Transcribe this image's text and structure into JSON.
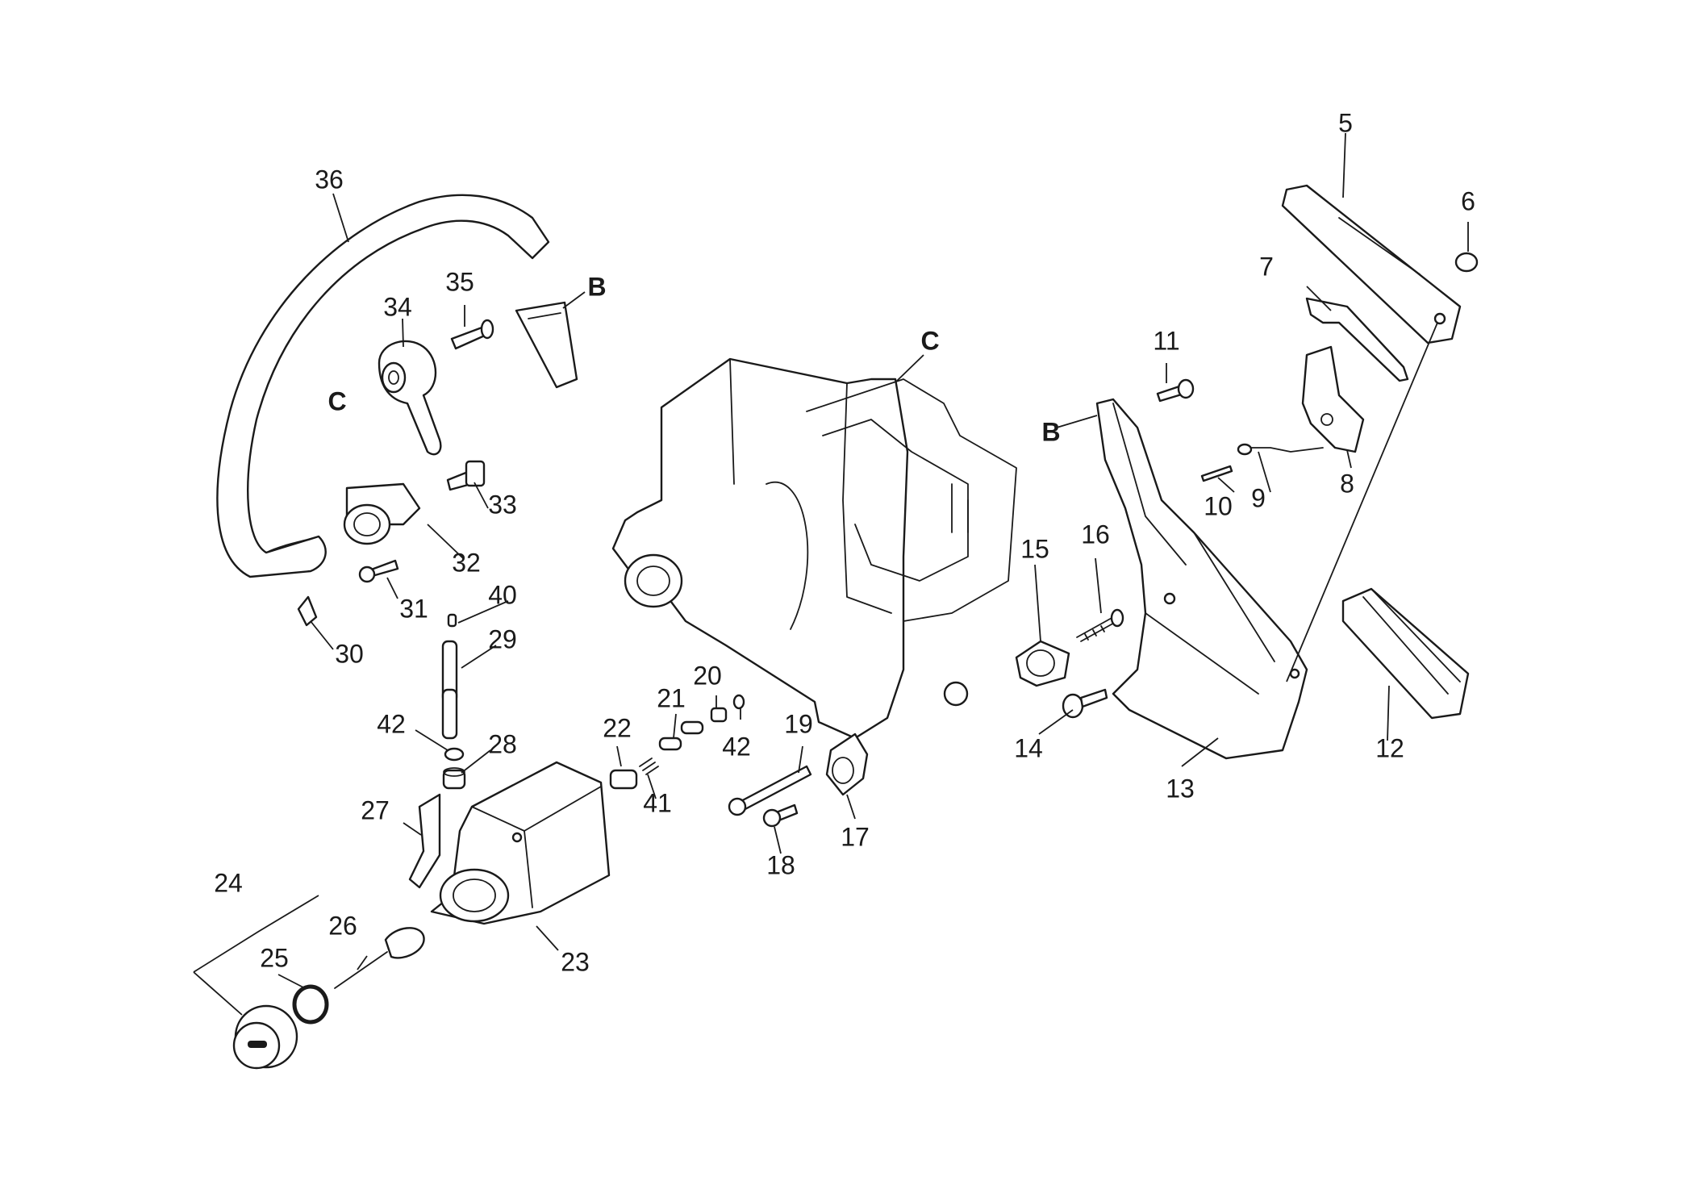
{
  "callouts": {
    "n5": "5",
    "n6": "6",
    "n7": "7",
    "n8": "8",
    "n9": "9",
    "n10": "10",
    "n11": "11",
    "n12": "12",
    "n13": "13",
    "n14": "14",
    "n15": "15",
    "n16": "16",
    "n17": "17",
    "n18": "18",
    "n19": "19",
    "n20": "20",
    "n21": "21",
    "n22": "22",
    "n23": "23",
    "n24": "24",
    "n25": "25",
    "n26": "26",
    "n27": "27",
    "n28": "28",
    "n29": "29",
    "n30": "30",
    "n31": "31",
    "n32": "32",
    "n33": "33",
    "n34": "34",
    "n35": "35",
    "n36": "36",
    "n40": "40",
    "n41": "41",
    "n42a": "42",
    "n42b": "42"
  },
  "reference_letters": {
    "b_handle": "B",
    "b_cover": "B",
    "c_bracket": "C",
    "c_crankcase": "C"
  }
}
